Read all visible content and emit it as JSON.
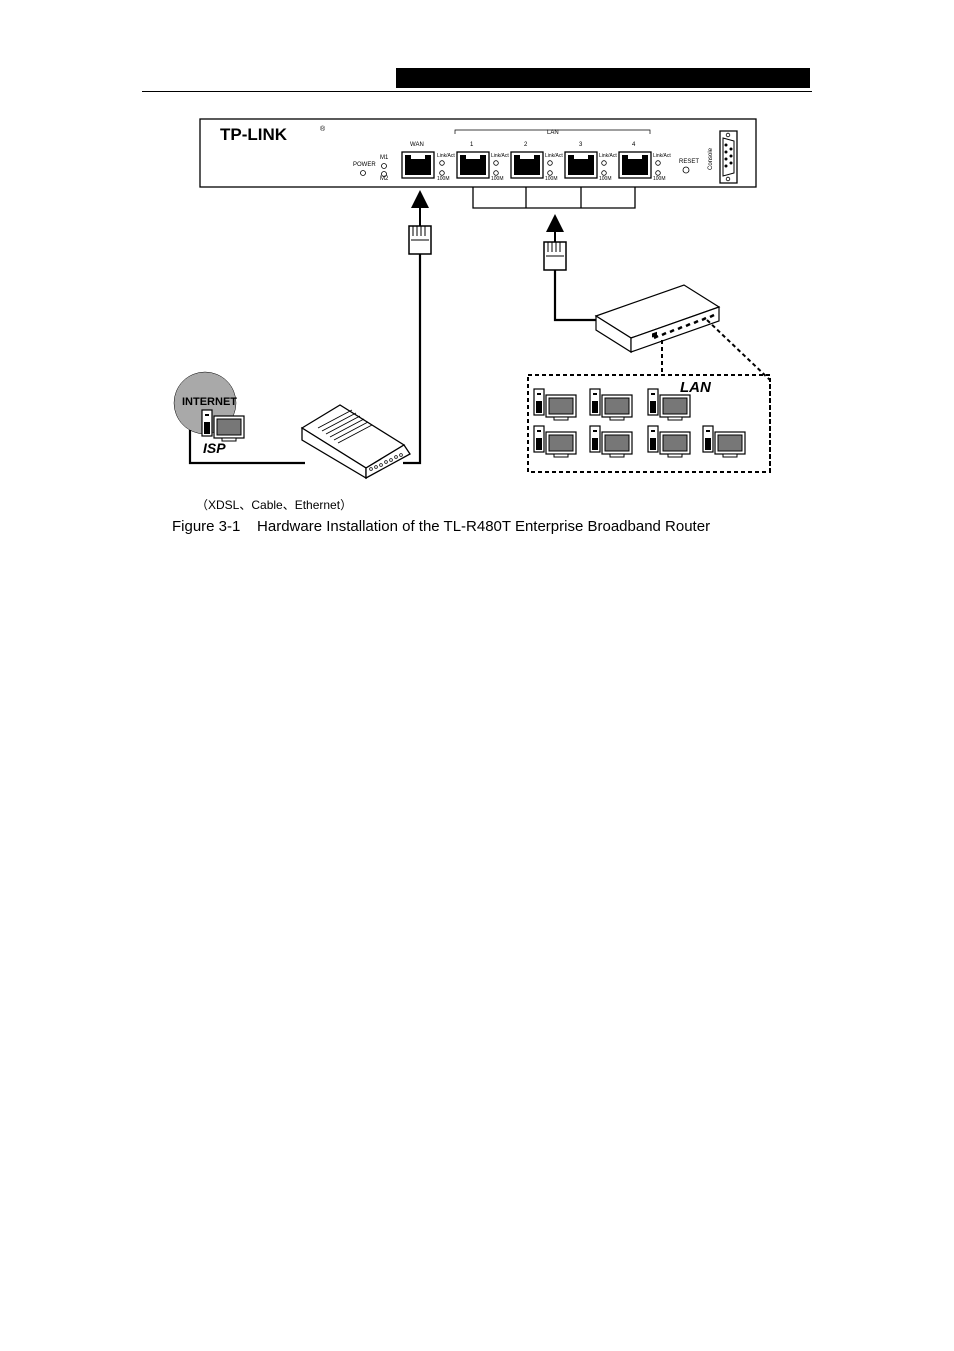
{
  "figure": {
    "caption": "Figure 3-1    Hardware Installation of the TL-R480T Enterprise Broadband Router",
    "connection_types": "（XDSL、Cable、Ethernet）",
    "router": {
      "brand": "TP-LINK",
      "registered_mark": "®",
      "power_label": "POWER",
      "m1_label": "M1",
      "m2_label": "M2",
      "wan_label": "WAN",
      "lan_group_label": "LAN",
      "port_numbers": [
        "1",
        "2",
        "3",
        "4"
      ],
      "link_act_label": "Link/Act",
      "speed_label": "100M",
      "reset_label": "RESET",
      "console_label": "Console"
    },
    "internet_label": "INTERNET",
    "isp_label": "ISP",
    "lan_area_label": "LAN"
  }
}
